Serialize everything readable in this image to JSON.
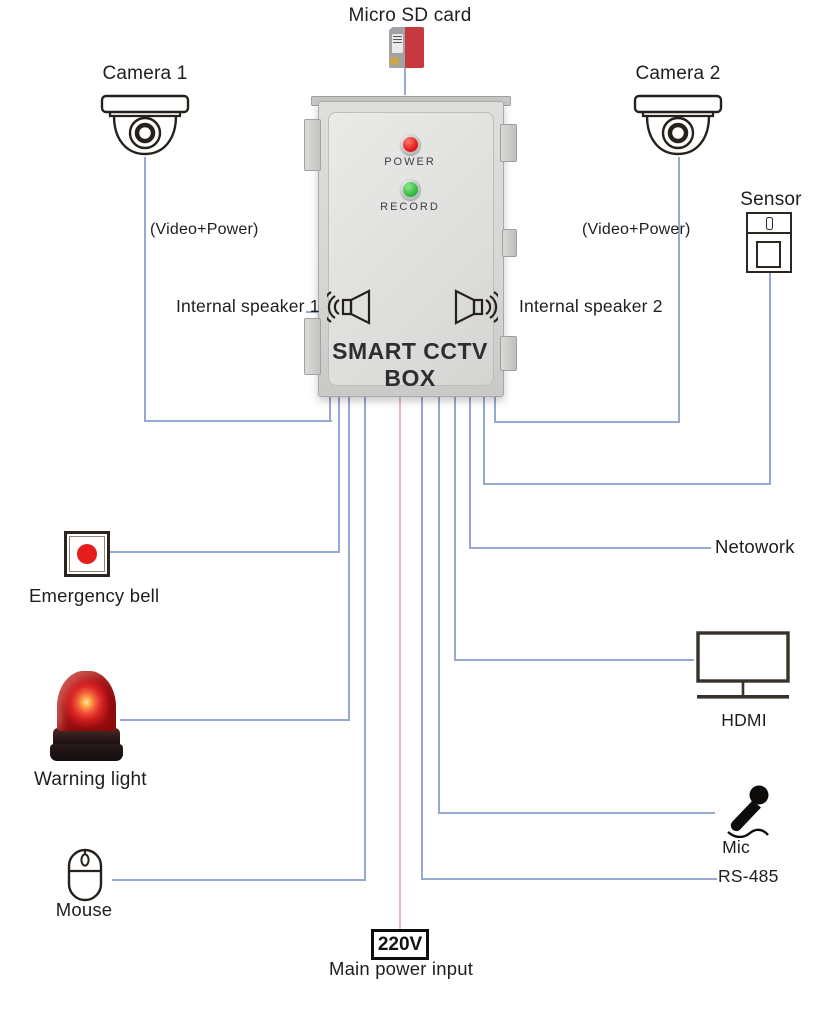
{
  "diagram": {
    "device": {
      "name": "SMART CCTV BOX",
      "power_led_label": "POWER",
      "record_led_label": "RECORD"
    },
    "peripherals": {
      "micro_sd": "Micro SD card",
      "camera1": "Camera 1",
      "camera1_wire": "(Video+Power)",
      "camera2": "Camera 2",
      "camera2_wire": "(Video+Power)",
      "sensor": "Sensor",
      "speaker1": "Internal speaker 1",
      "speaker2": "Internal speaker 2",
      "emergency_bell": "Emergency bell",
      "warning_light": "Warning light",
      "mouse": "Mouse",
      "network": "Netowork",
      "hdmi": "HDMI",
      "mic": "Mic",
      "rs485": "RS-485",
      "power_voltage": "220V",
      "power_label": "Main power input"
    },
    "colors": {
      "wire": "#97a8d3",
      "power_wire": "#f3b6b9",
      "power_led": "#e01717",
      "record_led": "#2eb83e",
      "bell_red": "#e51d1d"
    }
  }
}
